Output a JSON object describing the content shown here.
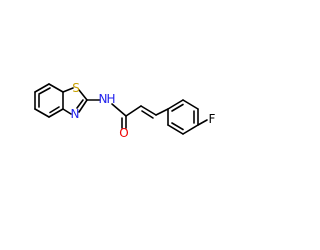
{
  "molecule": {
    "atoms": {
      "sulfur": {
        "label": "S",
        "color": "#c8a000"
      },
      "ring_nitrogen": {
        "label": "N",
        "color": "#2222ee"
      },
      "amide_nitrogen": {
        "label": "N",
        "color": "#2222ee"
      },
      "amide_hydrogen": {
        "label": "H",
        "color": "#2222ee"
      },
      "oxygen": {
        "label": "O",
        "color": "#ee0000"
      },
      "fluorine": {
        "label": "F",
        "color": "#000000"
      }
    },
    "bond_color": "#000000"
  }
}
